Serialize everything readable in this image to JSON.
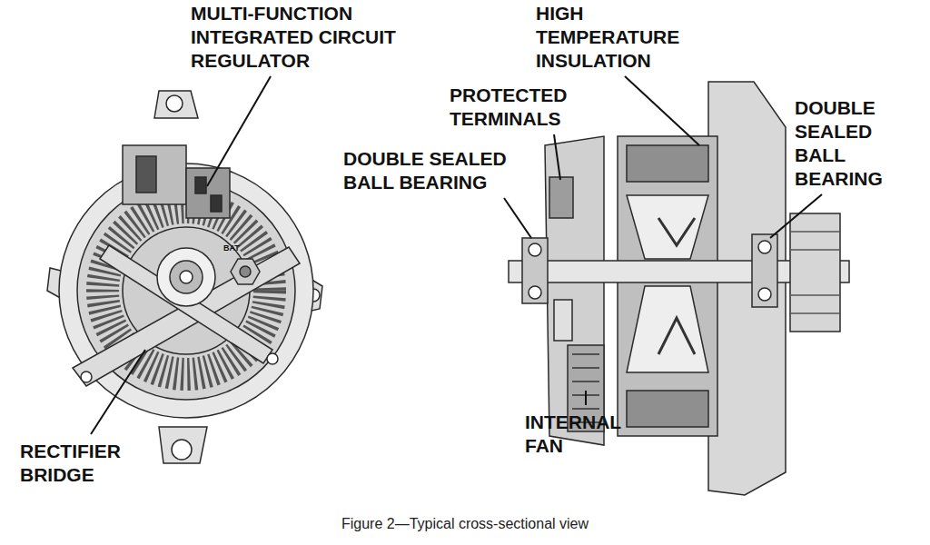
{
  "diagram": {
    "caption": "Figure 2—Typical cross-sectional view",
    "labels": [
      "MULTI-FUNCTION INTEGRATED CIRCUIT REGULATOR",
      "HIGH TEMPERATURE INSULATION",
      "PROTECTED TERMINALS",
      "DOUBLE SEALED BALL BEARING",
      "DOUBLE SEALED BALL BEARING",
      "BAT",
      "INTERNAL FAN",
      "RECTIFIER BRIDGE"
    ]
  }
}
